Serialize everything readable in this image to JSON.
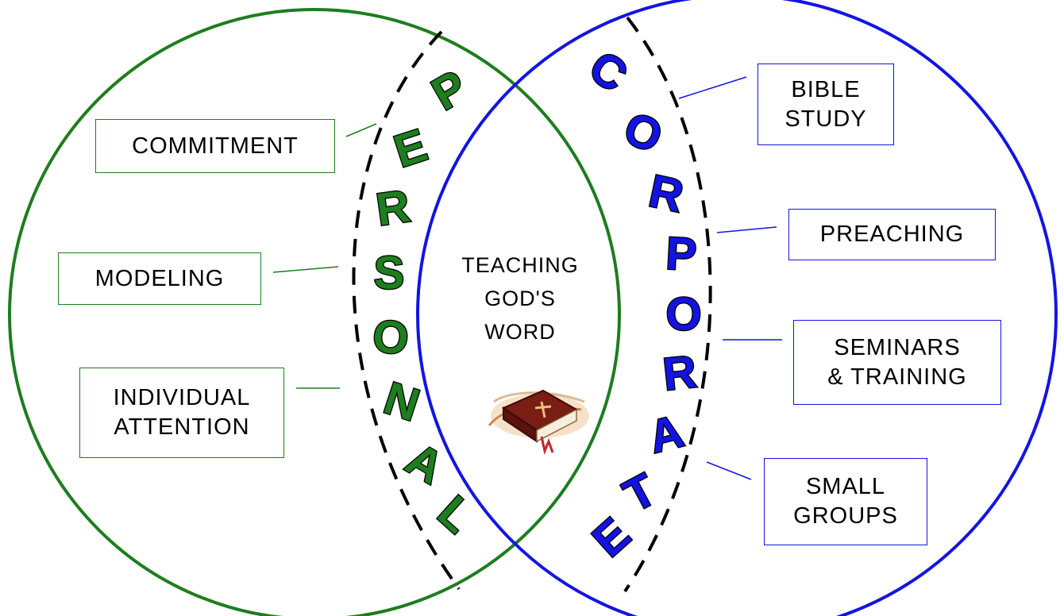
{
  "center": {
    "lines": [
      "TEACHING",
      "GOD'S",
      "WORD"
    ],
    "icon": "bible-icon"
  },
  "personal": {
    "word": "PERSONAL",
    "letters": [
      "P",
      "E",
      "R",
      "S",
      "O",
      "N",
      "A",
      "L"
    ],
    "color": "#1e7d1e",
    "boxes": [
      {
        "lines": [
          "COMMITMENT"
        ]
      },
      {
        "lines": [
          "MODELING"
        ]
      },
      {
        "lines": [
          "INDIVIDUAL",
          "ATTENTION"
        ]
      }
    ]
  },
  "corporate": {
    "word": "CORPORATE",
    "letters": [
      "C",
      "O",
      "R",
      "P",
      "O",
      "R",
      "A",
      "T",
      "E"
    ],
    "color": "#1414e0",
    "boxes": [
      {
        "lines": [
          "BIBLE",
          "STUDY"
        ]
      },
      {
        "lines": [
          "PREACHING"
        ]
      },
      {
        "lines": [
          "SEMINARS",
          "& TRAINING"
        ]
      },
      {
        "lines": [
          "SMALL",
          "GROUPS"
        ]
      }
    ]
  }
}
